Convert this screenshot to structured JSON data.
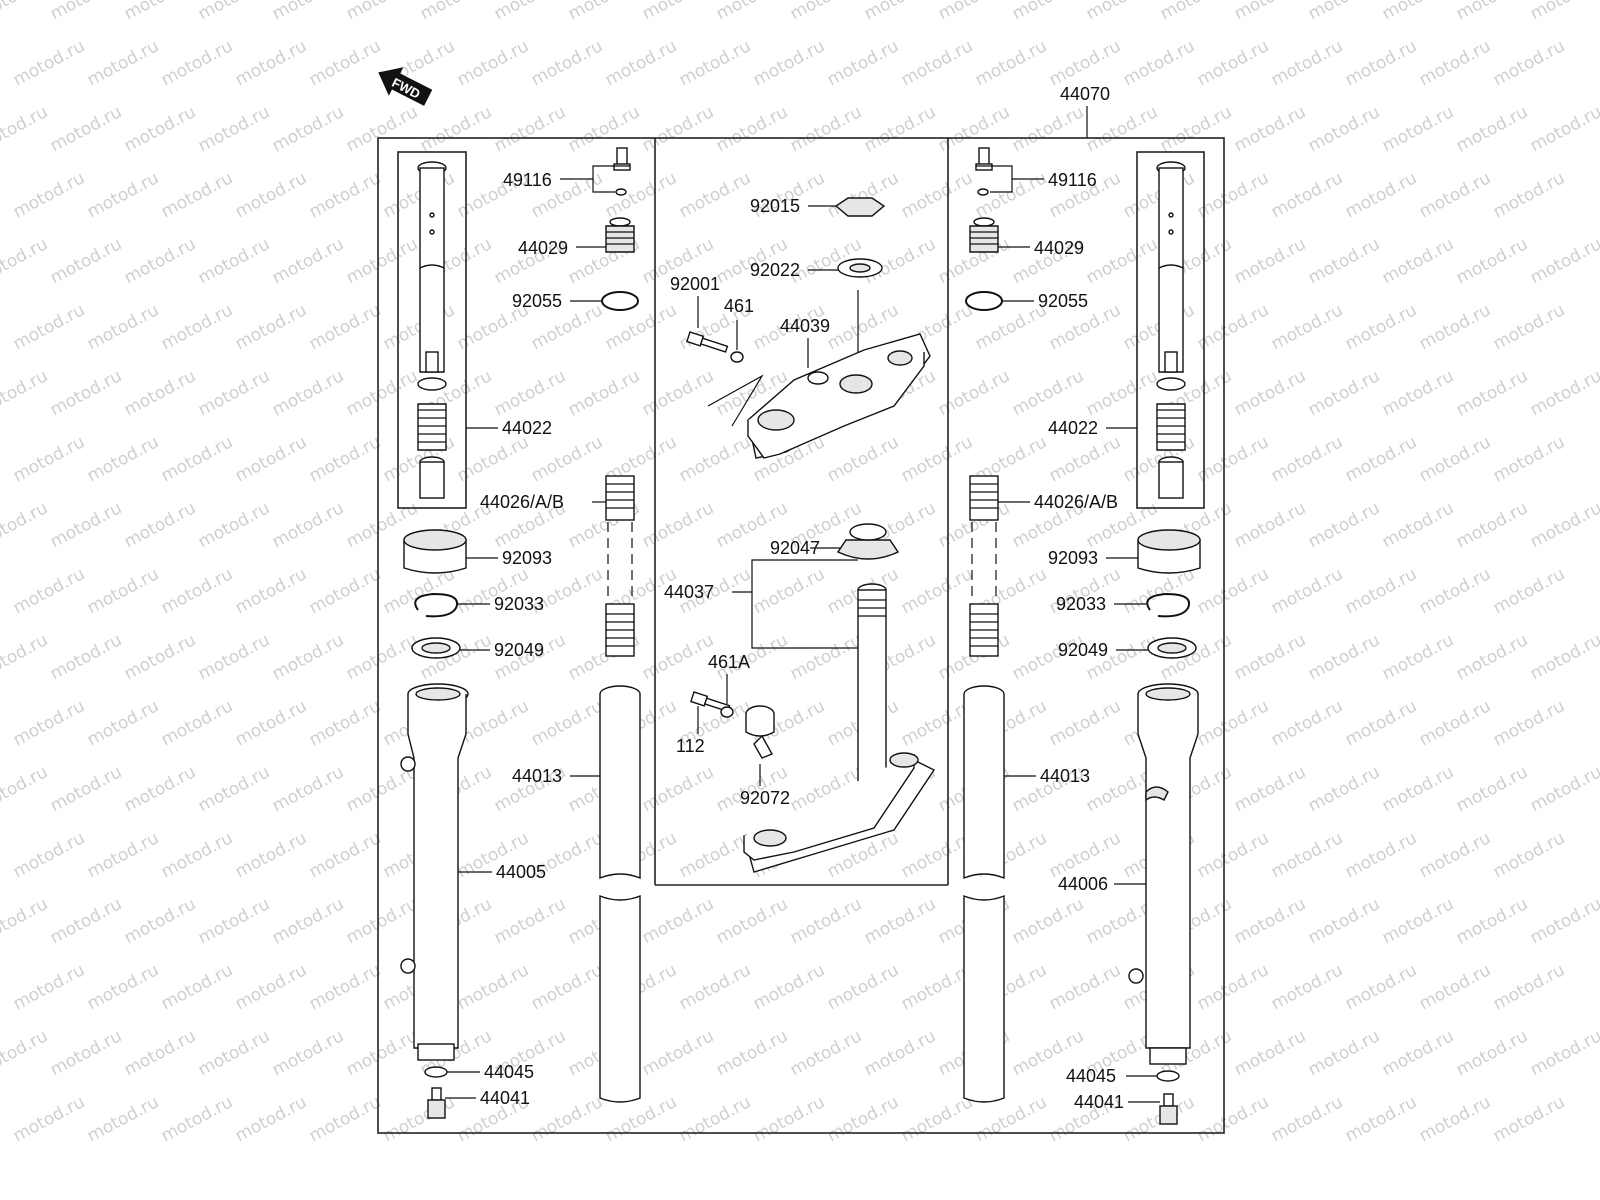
{
  "watermark": "motod.ru",
  "fwd_label": "FWD",
  "assembly_label": "44070",
  "labels": {
    "p49116_l": "49116",
    "p44029_l": "44029",
    "p92055_l": "92055",
    "p44022_l": "44022",
    "p44026_l": "44026/A/B",
    "p92093_l": "92093",
    "p92033_l": "92033",
    "p92049_l": "92049",
    "p44013_l": "44013",
    "p44005": "44005",
    "p44045_l": "44045",
    "p44041_l": "44041",
    "p92015": "92015",
    "p92022": "92022",
    "p92001": "92001",
    "p461": "461",
    "p44039": "44039",
    "p92047": "92047",
    "p44037": "44037",
    "p461A": "461A",
    "p112": "112",
    "p92072": "92072",
    "p49116_r": "49116",
    "p44029_r": "44029",
    "p92055_r": "92055",
    "p44022_r": "44022",
    "p44026_r": "44026/A/B",
    "p92093_r": "92093",
    "p92033_r": "92033",
    "p92049_r": "92049",
    "p44013_r": "44013",
    "p44006": "44006",
    "p44045_r": "44045",
    "p44041_r": "44041"
  }
}
